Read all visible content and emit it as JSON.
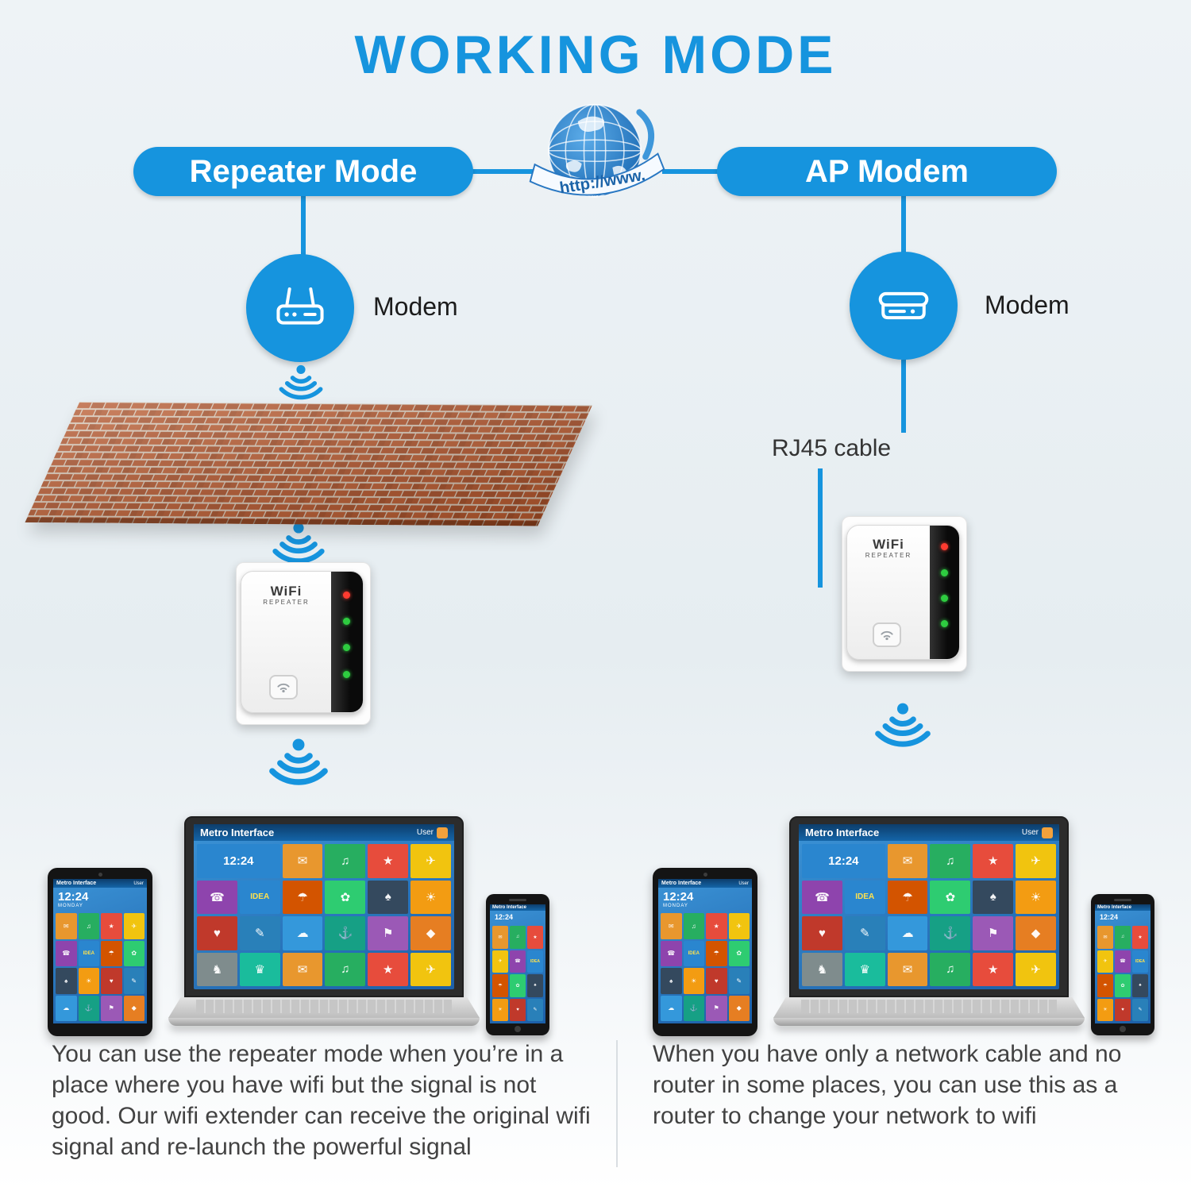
{
  "title": "WORKING MODE",
  "globe": {
    "banner": "http://www."
  },
  "modes": {
    "left": {
      "label": "Repeater Mode",
      "modem_label": "Modem",
      "description": "You can use the repeater mode when you’re in a place where you have wifi but the signal is not good. Our wifi extender can receive the original wifi signal and re-launch the powerful signal"
    },
    "right": {
      "label": "AP Modem",
      "modem_label": "Modem",
      "cable_label": "RJ45 cable",
      "description": "When you have only a network cable and no router in some places, you can use this as a router to change your network to wifi"
    }
  },
  "repeater": {
    "brand": "WiFi",
    "sub": "REPEATER"
  },
  "screens": {
    "metro_title": "Metro Interface",
    "user_label": "User",
    "clock": "12:24",
    "day": "MONDAY",
    "tiles": [
      {
        "g": "✉",
        "c": "#e8972e"
      },
      {
        "g": "♫",
        "c": "#27ae60"
      },
      {
        "g": "★",
        "c": "#e74c3c"
      },
      {
        "g": "✈",
        "c": "#f1c40f"
      },
      {
        "g": "☎",
        "c": "#8e44ad"
      },
      {
        "t": "IDEA",
        "c": "#2a86cf"
      },
      {
        "g": "☂",
        "c": "#d35400"
      },
      {
        "g": "✿",
        "c": "#2ecc71"
      },
      {
        "g": "♠",
        "c": "#34495e"
      },
      {
        "g": "☀",
        "c": "#f39c12"
      },
      {
        "g": "♥",
        "c": "#c0392b"
      },
      {
        "g": "✎",
        "c": "#2980b9"
      },
      {
        "g": "☁",
        "c": "#3498db"
      },
      {
        "g": "⚓",
        "c": "#16a085"
      },
      {
        "g": "⚑",
        "c": "#9b59b6"
      },
      {
        "g": "◆",
        "c": "#e67e22"
      },
      {
        "g": "♞",
        "c": "#7f8c8d"
      },
      {
        "g": "♛",
        "c": "#1abc9c"
      }
    ]
  },
  "colors": {
    "accent": "#1694de",
    "brick": "#b4542a",
    "background": "#ecf1f4"
  }
}
